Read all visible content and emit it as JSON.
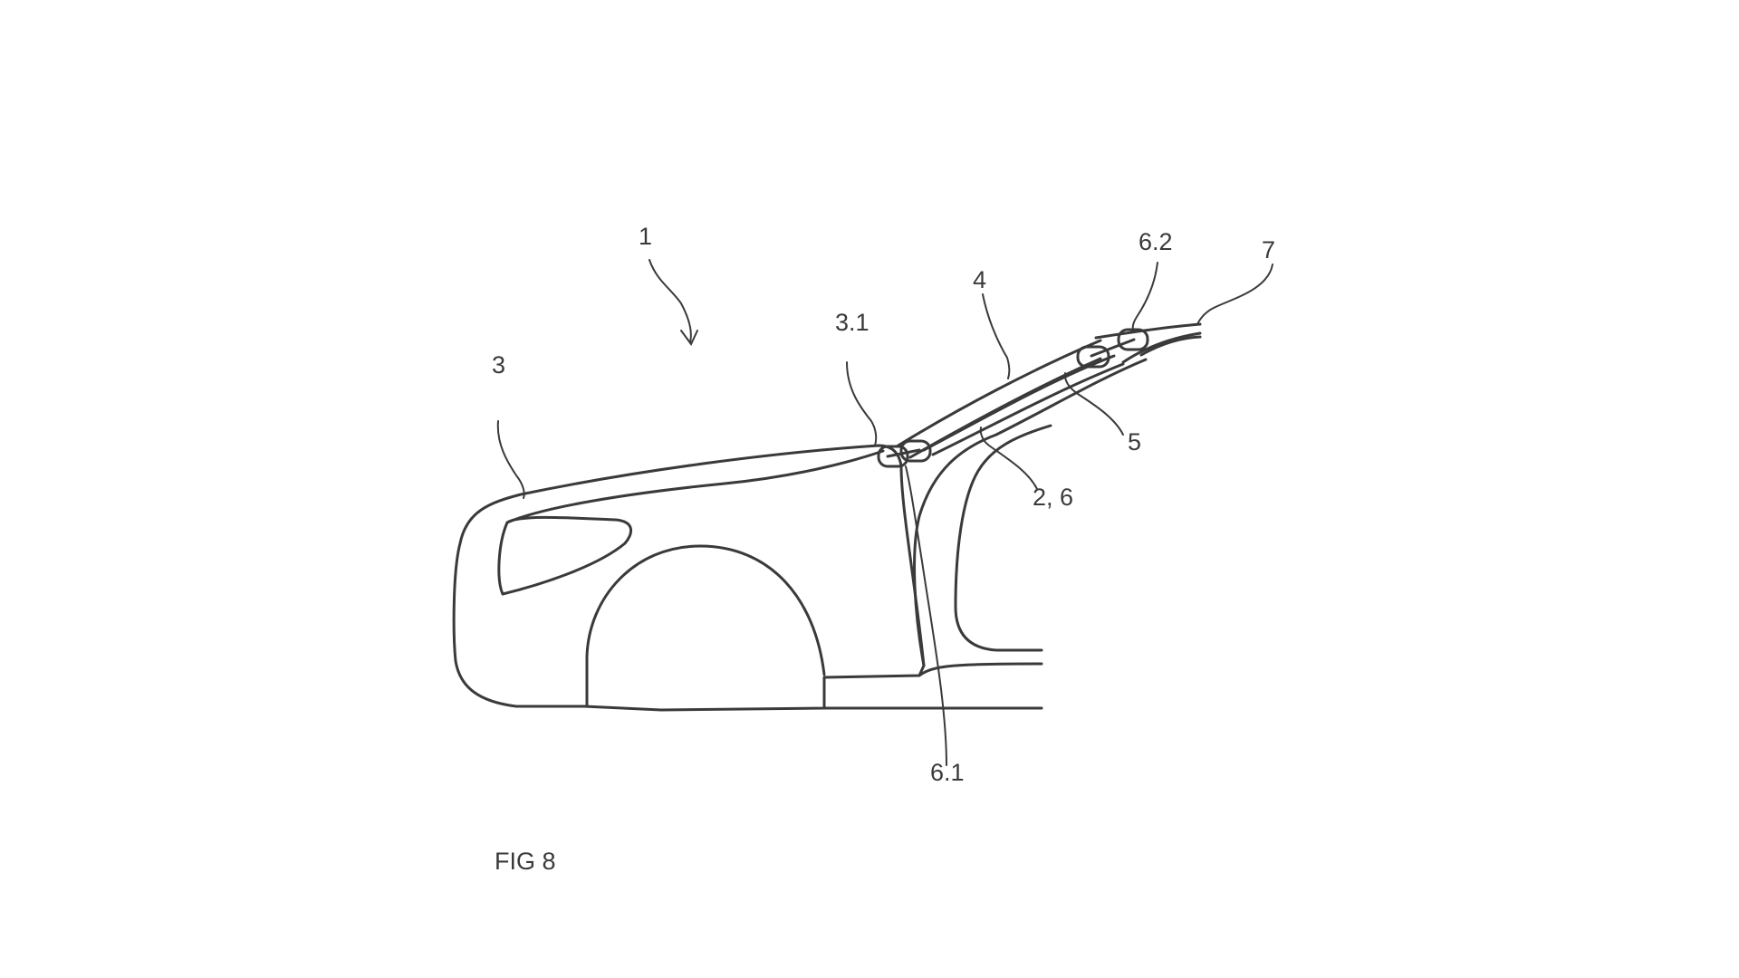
{
  "drawing": {
    "reference_labels": {
      "vehicle": "1",
      "rear_body": "3",
      "rear_body_edge": "3.1",
      "cover": "4",
      "upper_joint": "6.2",
      "roof": "7",
      "rail": "5",
      "frame_guide": "2, 6",
      "lower_joint": "6.1"
    },
    "caption": "FIG 8",
    "line_color": "#3a3a3a",
    "background_color": "#ffffff"
  }
}
